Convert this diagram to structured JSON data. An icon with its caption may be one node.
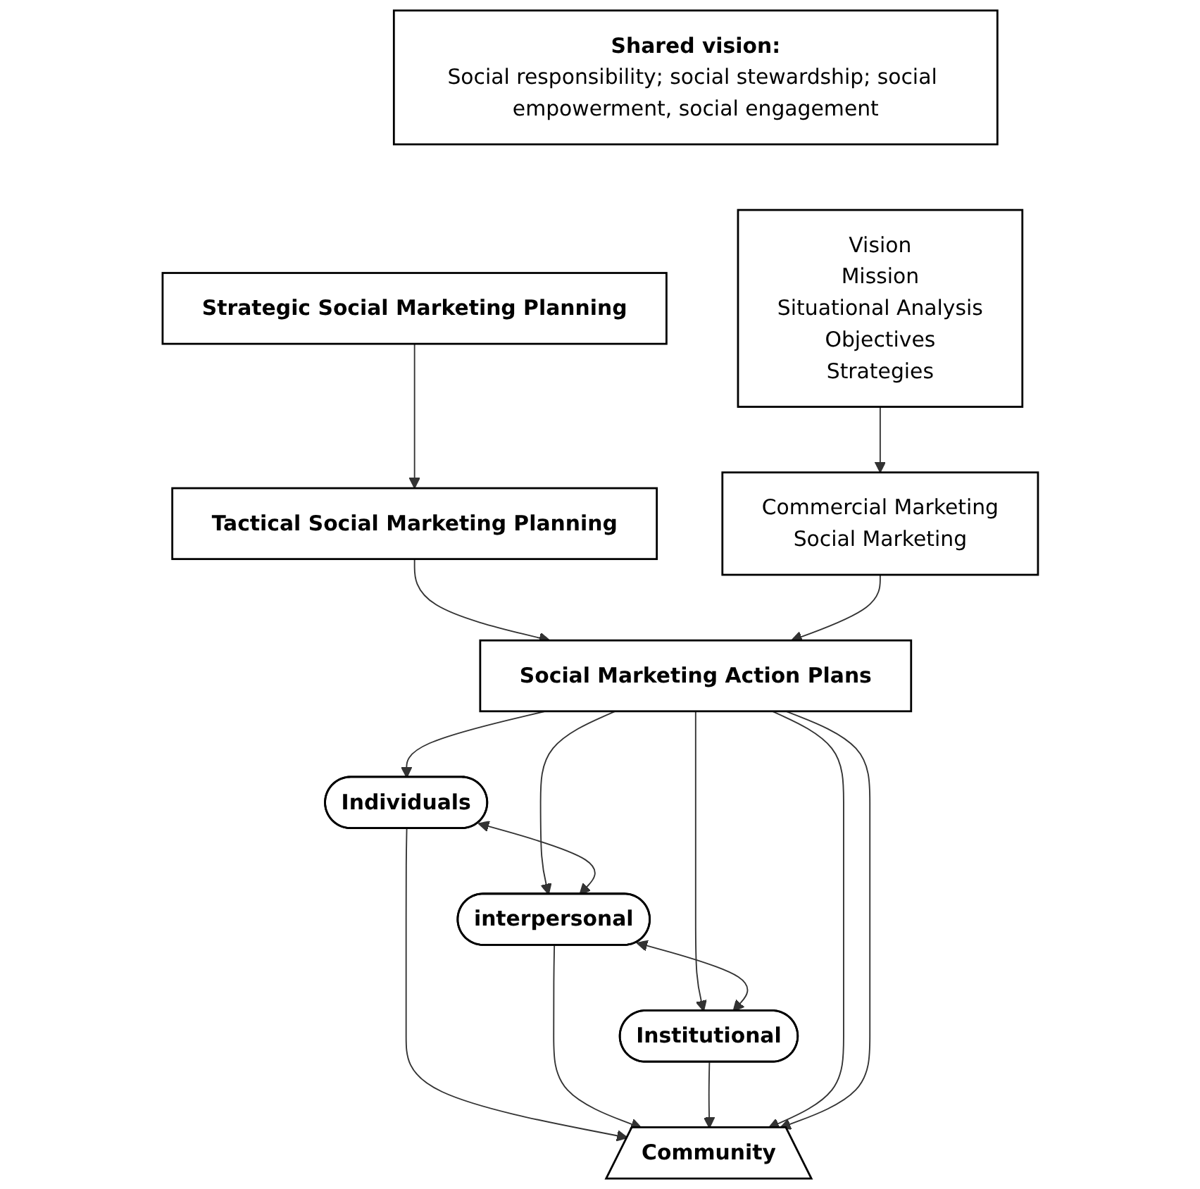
{
  "diagram": {
    "nodes": [
      {
        "text": [
          "Shared vision:",
          "Social responsibility; social stewardship; social empowerment, social engagement"
        ]
      },
      {
        "text": [
          "Strategic Social Marketing Planning"
        ]
      },
      {
        "text": [
          "Vision",
          "Mission",
          "Situational Analysis",
          "Objectives",
          "Strategies"
        ]
      },
      {
        "text": [
          "Tactical Social Marketing Planning"
        ]
      },
      {
        "text": [
          "Commercial Marketing",
          "Social Marketing"
        ]
      },
      {
        "text": [
          "Social Marketing Action Plans"
        ]
      },
      {
        "text": [
          "Individuals"
        ]
      },
      {
        "text": [
          "interpersonal"
        ]
      },
      {
        "text": [
          "Institutional"
        ]
      },
      {
        "text": [
          "Community"
        ]
      }
    ],
    "edges": [
      {
        "from": 1,
        "to": 3,
        "arrow": "to"
      },
      {
        "from": 2,
        "to": 4,
        "arrow": "to"
      },
      {
        "from": 3,
        "to": 5,
        "arrow": "to"
      },
      {
        "from": 4,
        "to": 5,
        "arrow": "to"
      },
      {
        "from": 5,
        "to": 6,
        "arrow": "to"
      },
      {
        "from": 5,
        "to": 7,
        "arrow": "to"
      },
      {
        "from": 5,
        "to": 8,
        "arrow": "to"
      },
      {
        "from": 6,
        "to": 7,
        "arrow": "both"
      },
      {
        "from": 7,
        "to": 8,
        "arrow": "both"
      },
      {
        "from": 6,
        "to": 9,
        "arrow": "to"
      },
      {
        "from": 7,
        "to": 9,
        "arrow": "to"
      },
      {
        "from": 8,
        "to": 9,
        "arrow": "to"
      },
      {
        "from": 5,
        "to": 9,
        "arrow": "to"
      },
      {
        "from": 5,
        "to": 9,
        "arrow": "to"
      }
    ]
  }
}
